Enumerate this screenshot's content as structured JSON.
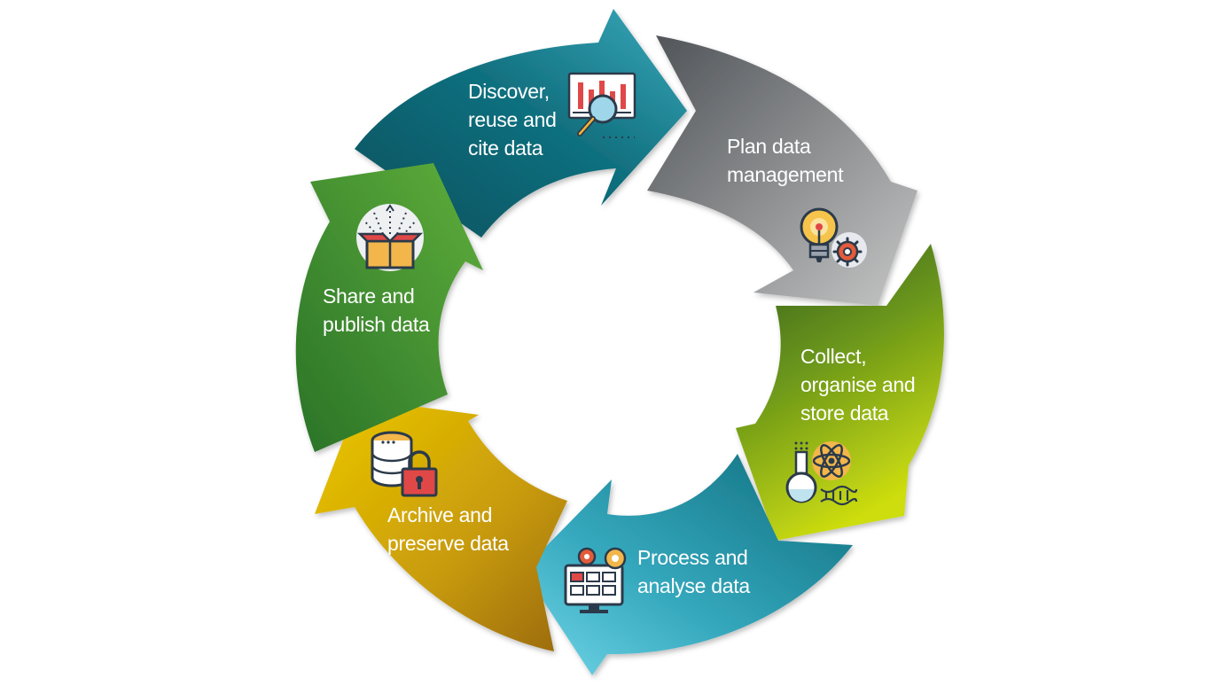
{
  "stages": [
    {
      "id": "discover",
      "lines": [
        "Discover,",
        "reuse and",
        "cite data"
      ],
      "icon": "chart-magnifier-icon",
      "gradient": [
        "#0c5563",
        "#2a95a8"
      ]
    },
    {
      "id": "plan",
      "lines": [
        "Plan data",
        "management"
      ],
      "icon": "lightbulb-gear-icon",
      "gradient": [
        "#55595e",
        "#bcbcbc"
      ]
    },
    {
      "id": "collect",
      "lines": [
        "Collect,",
        "organise and",
        "store data"
      ],
      "icon": "lab-flask-atom-icon",
      "gradient": [
        "#34621f",
        "#c7da0e"
      ]
    },
    {
      "id": "process",
      "lines": [
        "Process and",
        "analyse data"
      ],
      "icon": "monitor-gears-icon",
      "gradient": [
        "#147d8c",
        "#67cfe2"
      ]
    },
    {
      "id": "archive",
      "lines": [
        "Archive and",
        "preserve data"
      ],
      "icon": "database-lock-icon",
      "gradient": [
        "#e6c400",
        "#a8740e"
      ]
    },
    {
      "id": "share",
      "lines": [
        "Share and",
        "publish data"
      ],
      "icon": "open-box-icon",
      "gradient": [
        "#2f7e2a",
        "#5aaa3a"
      ]
    }
  ],
  "colors": {
    "background": "#ffffff",
    "label_text": "#ffffff"
  }
}
